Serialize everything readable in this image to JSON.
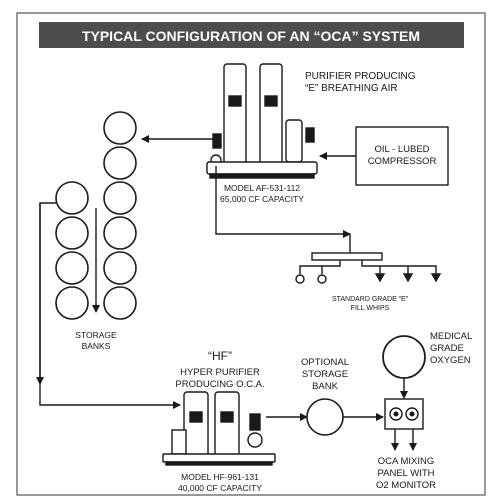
{
  "title": "TYPICAL CONFIGURATION OF AN “OCA” SYSTEM",
  "purifier_top": {
    "caption_line1": "PURIFIER PRODUCING",
    "caption_line2": "“E” BREATHING AIR",
    "model_line1": "MODEL AF-531-112",
    "model_line2": "65,000 CF CAPACITY"
  },
  "compressor": {
    "line1": "OIL - LUBED",
    "line2": "COMPRESSOR"
  },
  "fill_whips": {
    "line1": "STANDARD GRADE “E”",
    "line2": "FILL WHIPS"
  },
  "storage_banks": {
    "line1": "STORAGE",
    "line2": "BANKS"
  },
  "hf_purifier": {
    "tag": "“HF”",
    "line1": "HYPER PURIFIER",
    "line2": "PRODUCING O.C.A.",
    "model_line1": "MODEL HF-961-131",
    "model_line2": "40,000 CF CAPACITY"
  },
  "optional_bank": {
    "line1": "OPTIONAL",
    "line2": "STORAGE",
    "line3": "BANK"
  },
  "oxygen": {
    "line1": "MEDICAL",
    "line2": "GRADE",
    "line3": "OXYGEN"
  },
  "mixing_panel": {
    "line1": "OCA MIXING",
    "line2": "PANEL WITH",
    "line3": "O2 MONITOR"
  },
  "colors": {
    "title_bar": "#4d4d4d",
    "line": "#1a1a1a",
    "frame": "#555555"
  }
}
